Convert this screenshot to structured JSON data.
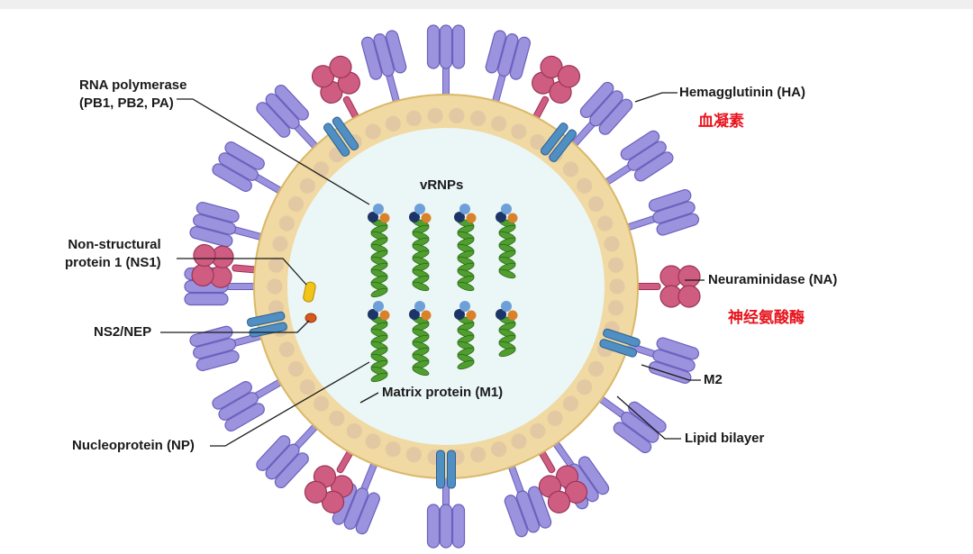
{
  "labels": {
    "rna_polymerase_line1": "RNA polymerase",
    "rna_polymerase_line2": "(PB1, PB2, PA)",
    "vrnps": "vRNPs",
    "ns1_line1": "Non-structural",
    "ns1_line2": "protein 1 (NS1)",
    "ns2": "NS2/NEP",
    "nucleoprotein": "Nucleoprotein (NP)",
    "matrix": "Matrix protein (M1)",
    "hemagglutinin": "Hemagglutinin (HA)",
    "neuraminidase": "Neuraminidase (NA)",
    "m2": "M2",
    "lipid": "Lipid bilayer"
  },
  "annotations_cn": {
    "hemagglutinin": "血凝素",
    "neuraminidase": "神经氨酸酶"
  },
  "colors": {
    "ha": "#9b93de",
    "ha_stroke": "#6a60bd",
    "na": "#cf5d82",
    "na_stroke": "#9c3459",
    "m2": "#4f8fc4",
    "m2_stroke": "#2f5f8c",
    "envelope": "#f0d9a2",
    "envelope_stroke": "#d9b86a",
    "matrix_bead": "#e3c9a3",
    "interior": "#ebf6f6",
    "rna_green": "#4f9e2f",
    "polymerase_blue": "#6d9fd8",
    "polymerase_navy": "#1c3566",
    "polymerase_orange": "#d9822b",
    "ns1": "#f2c318",
    "ns2": "#d9581e",
    "chinese_text": "#e8141e"
  }
}
